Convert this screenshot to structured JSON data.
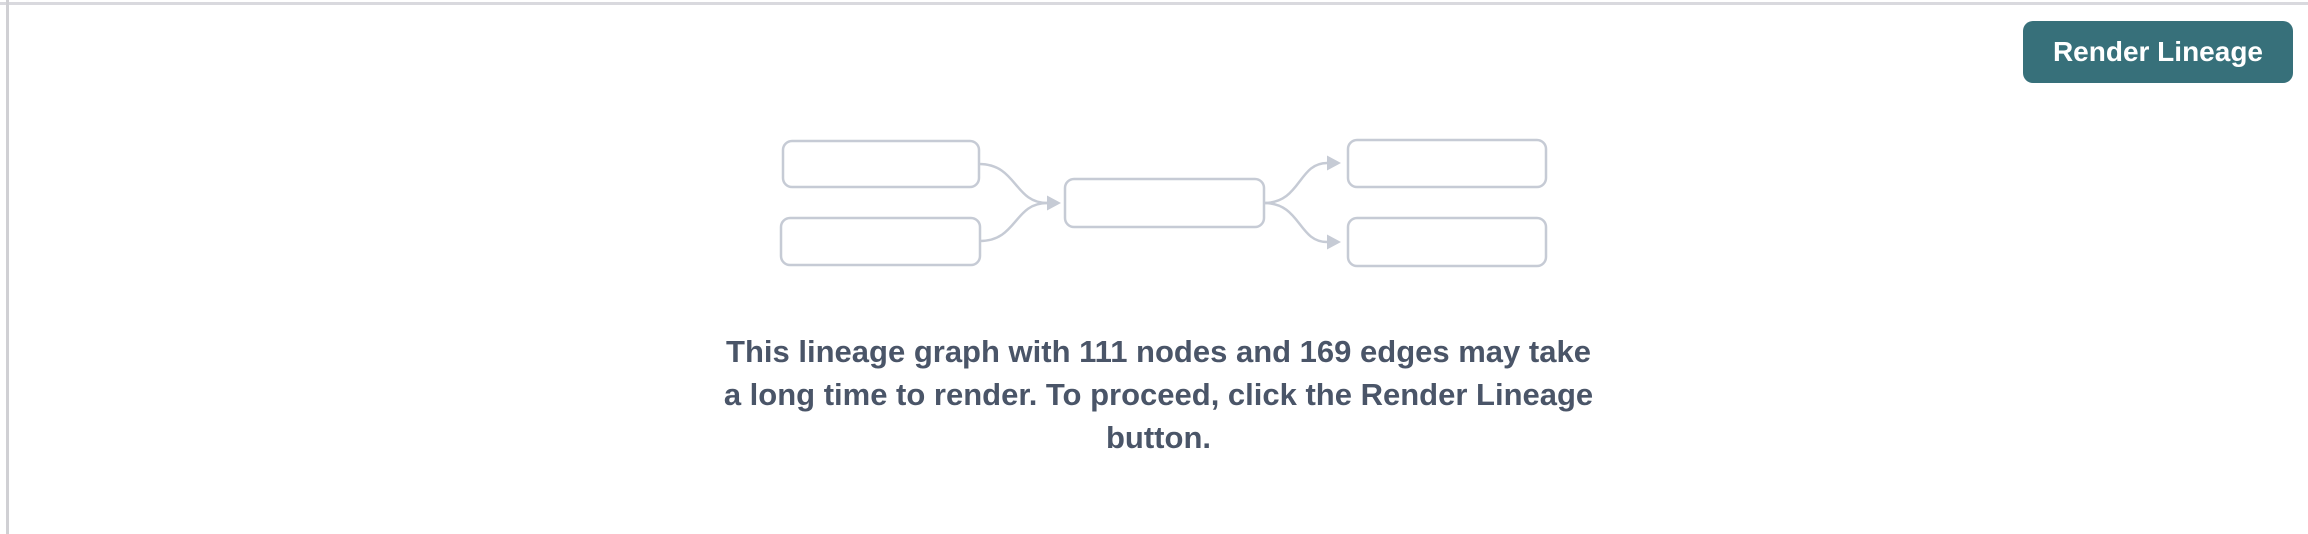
{
  "header": {
    "render_button_label": "Render Lineage"
  },
  "empty_state": {
    "message_lines": [
      "This lineage graph with 111 nodes and 169 edges may take",
      "a long time to render. To proceed, click the Render Lineage",
      "button."
    ],
    "message_full": "This lineage graph with 111 nodes and 169 edges may take a long time to render. To proceed, click the Render Lineage button.",
    "node_count": "111",
    "edge_count": "169",
    "illustration": "lineage-graph-preview"
  },
  "colors": {
    "accent": "#37707A",
    "diagram_stroke": "#C6CBD5",
    "message_text": "#4A5568",
    "top_border": "#D9D9DE",
    "left_border": "#D0D0D4"
  }
}
